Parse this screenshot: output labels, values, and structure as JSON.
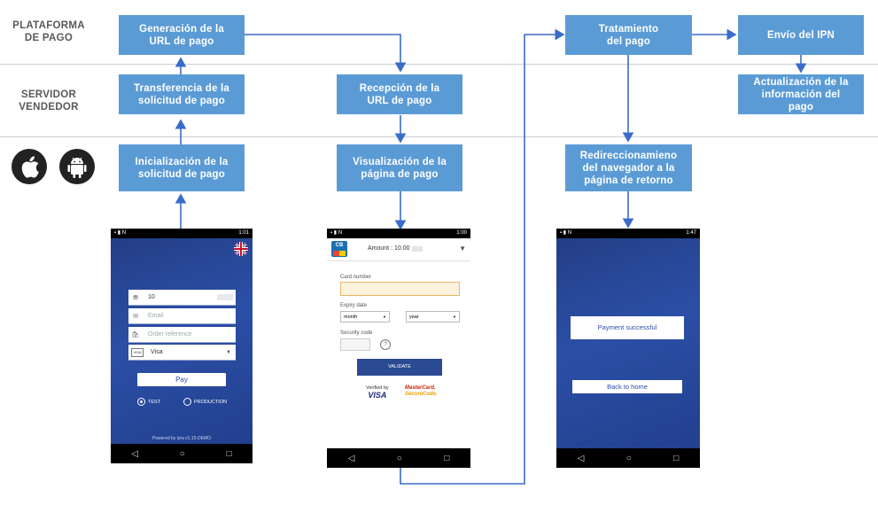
{
  "lanes": {
    "platform": "PLATAFORMA\nDE PAGO",
    "merchant": "SERVIDOR\nVENDEDOR"
  },
  "boxes": {
    "generacion": "Generación de la\nURL de pago",
    "transferencia": "Transferencia de la\nsolicitud de pago",
    "inicializacion": "Inicialización de la\nsolicitud de pago",
    "recepcion": "Recepción de la\nURL de pago",
    "visualizacion": "Visualización de la\npágina de pago",
    "tratamiento": "Tratamiento\ndel pago",
    "envio": "Envío del IPN",
    "actualizacion": "Actualización de la\ninformación del\npago",
    "redireccionamiento": "Redireccionamieno\ndel navegador a la\npágina de retorno"
  },
  "icons": [
    "apple-icon",
    "android-icon"
  ],
  "phone1": {
    "time": "1:01",
    "amount": "10",
    "email_placeholder": "Email",
    "order_placeholder": "Order reference",
    "card_type": "Visa",
    "pay_label": "Pay",
    "mode_test": "TEST",
    "mode_production": "PRODUCTION",
    "footer": "Powered by lyra v1.15-DEMO"
  },
  "phone2": {
    "time": "1:00",
    "amount": "Amount : 10.00",
    "card_number_label": "Card number",
    "expiry_label": "Expiry date",
    "month": "month",
    "year": "year",
    "security_label": "Security code",
    "validate_label": "VALIDATE",
    "verified_by": "Verified by",
    "visa": "VISA",
    "mastercard": "MasterCard.",
    "securecode": "SecureCode."
  },
  "phone3": {
    "time": "1:47",
    "payment_status": "Payment successful",
    "back_label": "Back to home"
  },
  "colors": {
    "box": "#5b9bd5",
    "arrow": "#3a6cc8",
    "phone_blue": "#2b4fa6"
  }
}
